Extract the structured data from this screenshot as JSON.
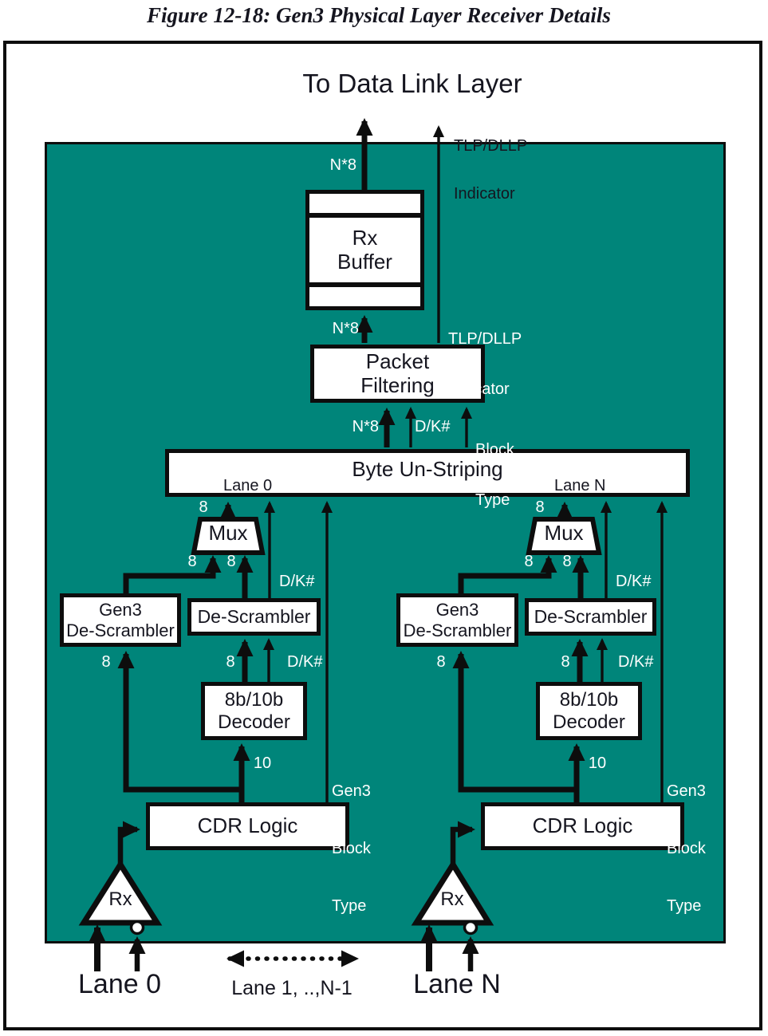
{
  "figure_title": "Figure 12-18: Gen3 Physical Layer Receiver Details",
  "colors": {
    "teal": "#00857a",
    "line": "#0d0d0d"
  },
  "top_labels": {
    "to_data_link_layer": "To Data Link Layer",
    "tlp_dllp": "TLP/DLLP",
    "indicator": "Indicator"
  },
  "signal_labels": {
    "n_times_8": "N*8",
    "d_k": "D/K#",
    "eight": "8",
    "ten": "10",
    "gen3": "Gen3",
    "block": "Block",
    "type": "Type"
  },
  "blocks": {
    "rx_buffer": {
      "line1": "Rx",
      "line2": "Buffer"
    },
    "packet_filtering": {
      "line1": "Packet",
      "line2": "Filtering"
    },
    "byte_unstriping": {
      "title": "Byte Un-Striping",
      "lane0": "Lane 0",
      "laneN": "Lane N"
    },
    "mux": "Mux",
    "gen3_descrambler": {
      "line1": "Gen3",
      "line2": "De-Scrambler"
    },
    "descrambler": "De-Scrambler",
    "decoder_8b10b": {
      "line1": "8b/10b",
      "line2": "Decoder"
    },
    "cdr_logic": "CDR Logic",
    "rx_amp": "Rx"
  },
  "bottom_labels": {
    "lane0": "Lane 0",
    "laneN": "Lane N",
    "lane_range": "Lane 1, ..,N-1"
  }
}
